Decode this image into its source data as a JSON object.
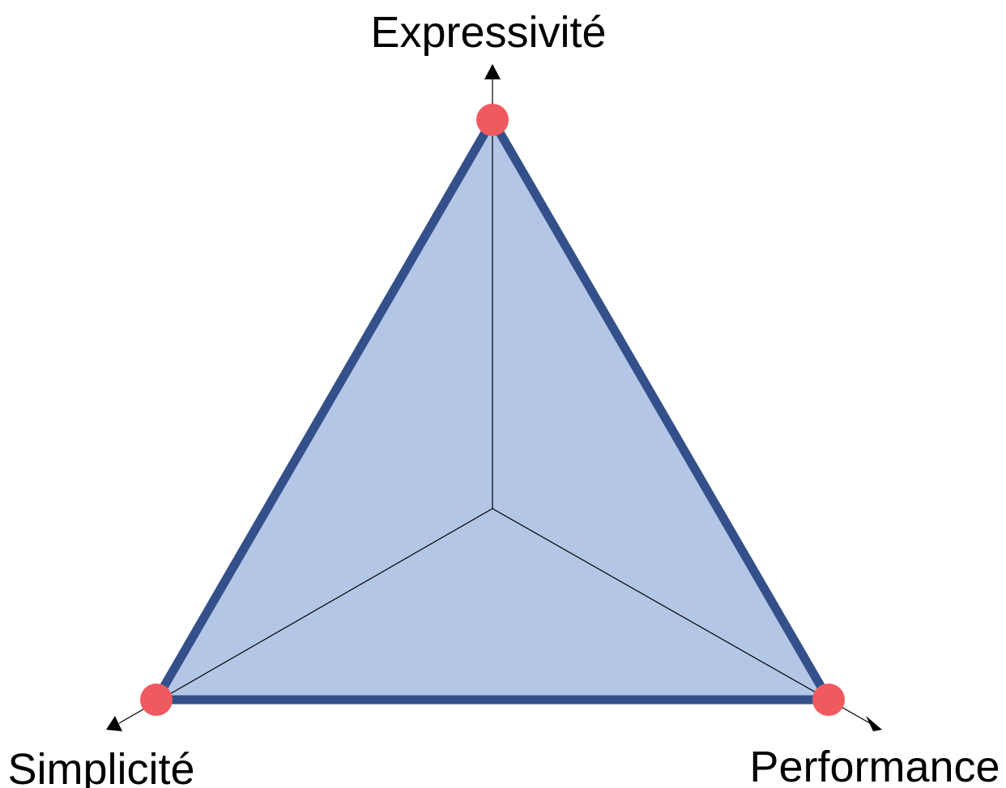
{
  "diagram": {
    "type": "radar-triangle",
    "axes": [
      {
        "id": "expressivite",
        "label": "Expressivité",
        "value": 1.0
      },
      {
        "id": "performance",
        "label": "Performance",
        "value": 1.0
      },
      {
        "id": "simplicite",
        "label": "Simplicité",
        "value": 1.0
      }
    ],
    "colors": {
      "fill": "#b3c6e6",
      "outline": "#34508a",
      "vertex_marker": "#f05a5f",
      "axis_line": "#000000",
      "label_text": "#000000"
    }
  }
}
